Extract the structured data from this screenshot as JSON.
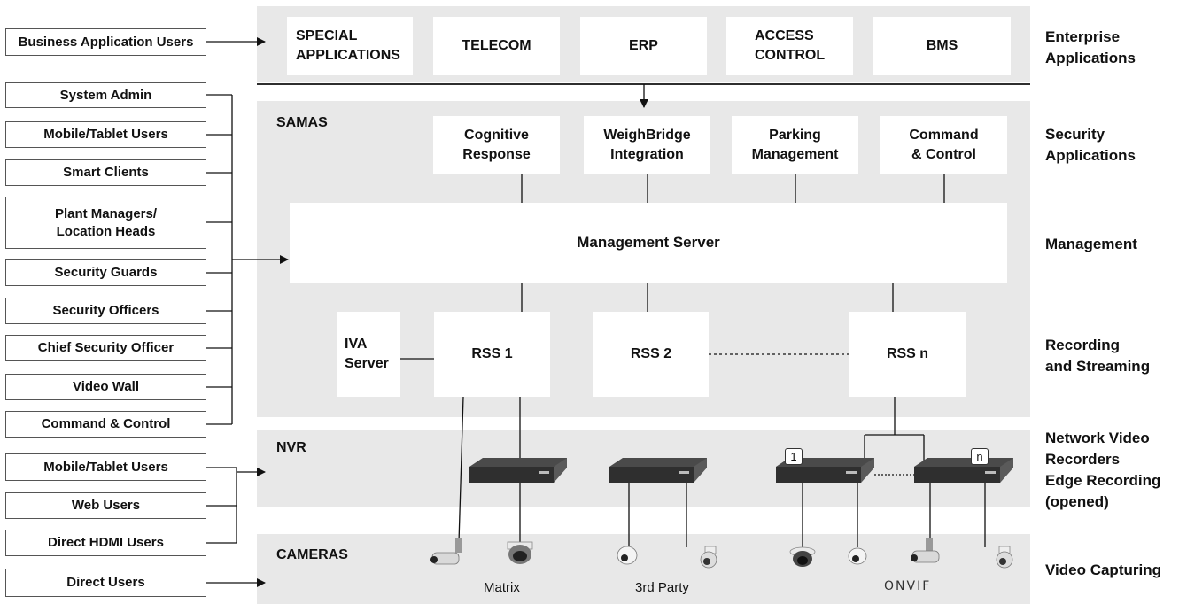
{
  "left_users": {
    "business": "Business Application Users",
    "group1": [
      "System Admin",
      "Mobile/Tablet Users",
      "Smart Clients",
      "Plant Managers/\nLocation Heads",
      "Security Guards",
      "Security Officers",
      "Chief Security Officer",
      "Video Wall",
      "Command & Control"
    ],
    "group2": [
      "Mobile/Tablet Users",
      "Web Users",
      "Direct HDMI Users"
    ],
    "direct": "Direct Users"
  },
  "enterprise": {
    "apps": [
      "SPECIAL\nAPPLICATIONS",
      "TELECOM",
      "ERP",
      "ACCESS\nCONTROL",
      "BMS"
    ]
  },
  "samas": {
    "title": "SAMAS",
    "security_apps": [
      "Cognitive\nResponse",
      "WeighBridge\nIntegration",
      "Parking\nManagement",
      "Command\n& Control"
    ],
    "management_server": "Management Server",
    "iva": "IVA\nServer",
    "rss": [
      "RSS 1",
      "RSS 2",
      "RSS n"
    ]
  },
  "nvr": {
    "title": "NVR",
    "badges": [
      "1",
      "n"
    ]
  },
  "cameras": {
    "title": "CAMERAS",
    "captions": {
      "matrix": "Matrix",
      "third_party": "3rd Party",
      "onvif": "ONVIF"
    }
  },
  "right_labels": {
    "enterprise": "Enterprise\nApplications",
    "security": "Security\nApplications",
    "management": "Management",
    "recording": "Recording\nand Streaming",
    "nvr": "Network Video\nRecorders\nEdge Recording\n(opened)",
    "video": "Video Capturing"
  }
}
